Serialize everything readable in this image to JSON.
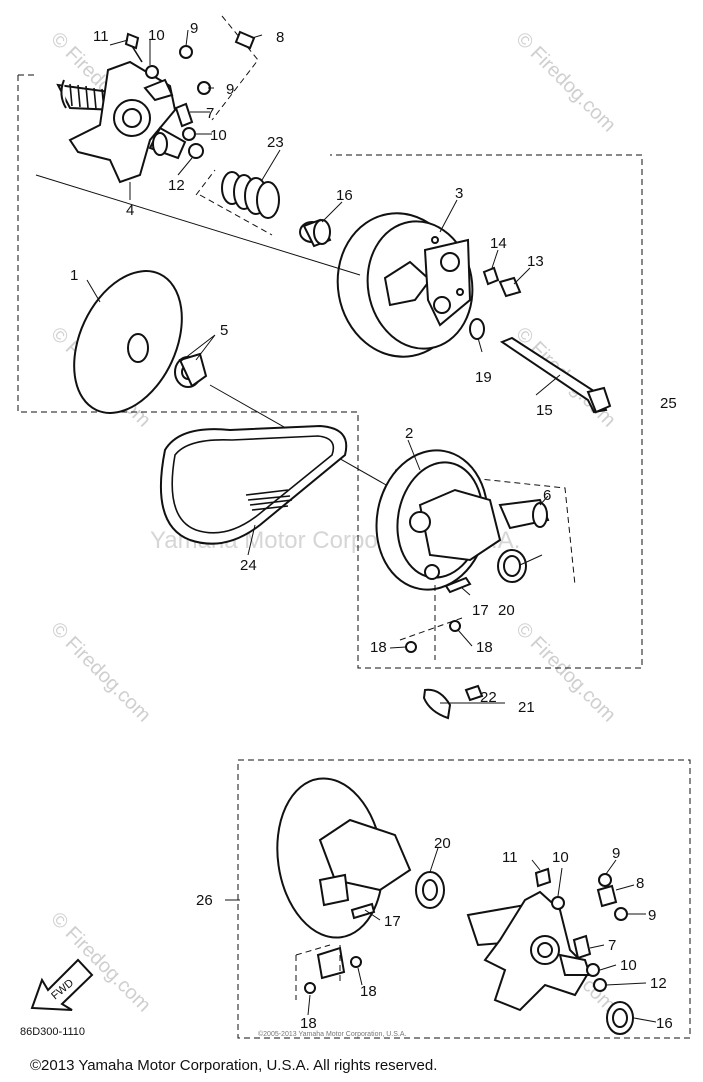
{
  "watermark": {
    "text": "© Firedog.com",
    "brand": "Yamaha Motor Corporation, U.S.A."
  },
  "labels": {
    "l1": "1",
    "l2": "2",
    "l3": "3",
    "l4": "4",
    "l5": "5",
    "l6": "6",
    "l7": "7",
    "l8": "8",
    "l9": "9",
    "l10": "10",
    "l11": "11",
    "l12": "12",
    "l13": "13",
    "l14": "14",
    "l15": "15",
    "l16": "16",
    "l17": "17",
    "l18": "18",
    "l19": "19",
    "l20": "20",
    "l21": "21",
    "l22": "22",
    "l23": "23",
    "l24": "24",
    "l25": "25",
    "l26": "26"
  },
  "fwd_icon": "FWD",
  "diagram_code": "86D300-1110",
  "fine_print": "©2005-2013 Yamaha Motor Corporation, U.S.A.",
  "copyright": "©2013 Yamaha Motor Corporation, U.S.A. All rights reserved."
}
